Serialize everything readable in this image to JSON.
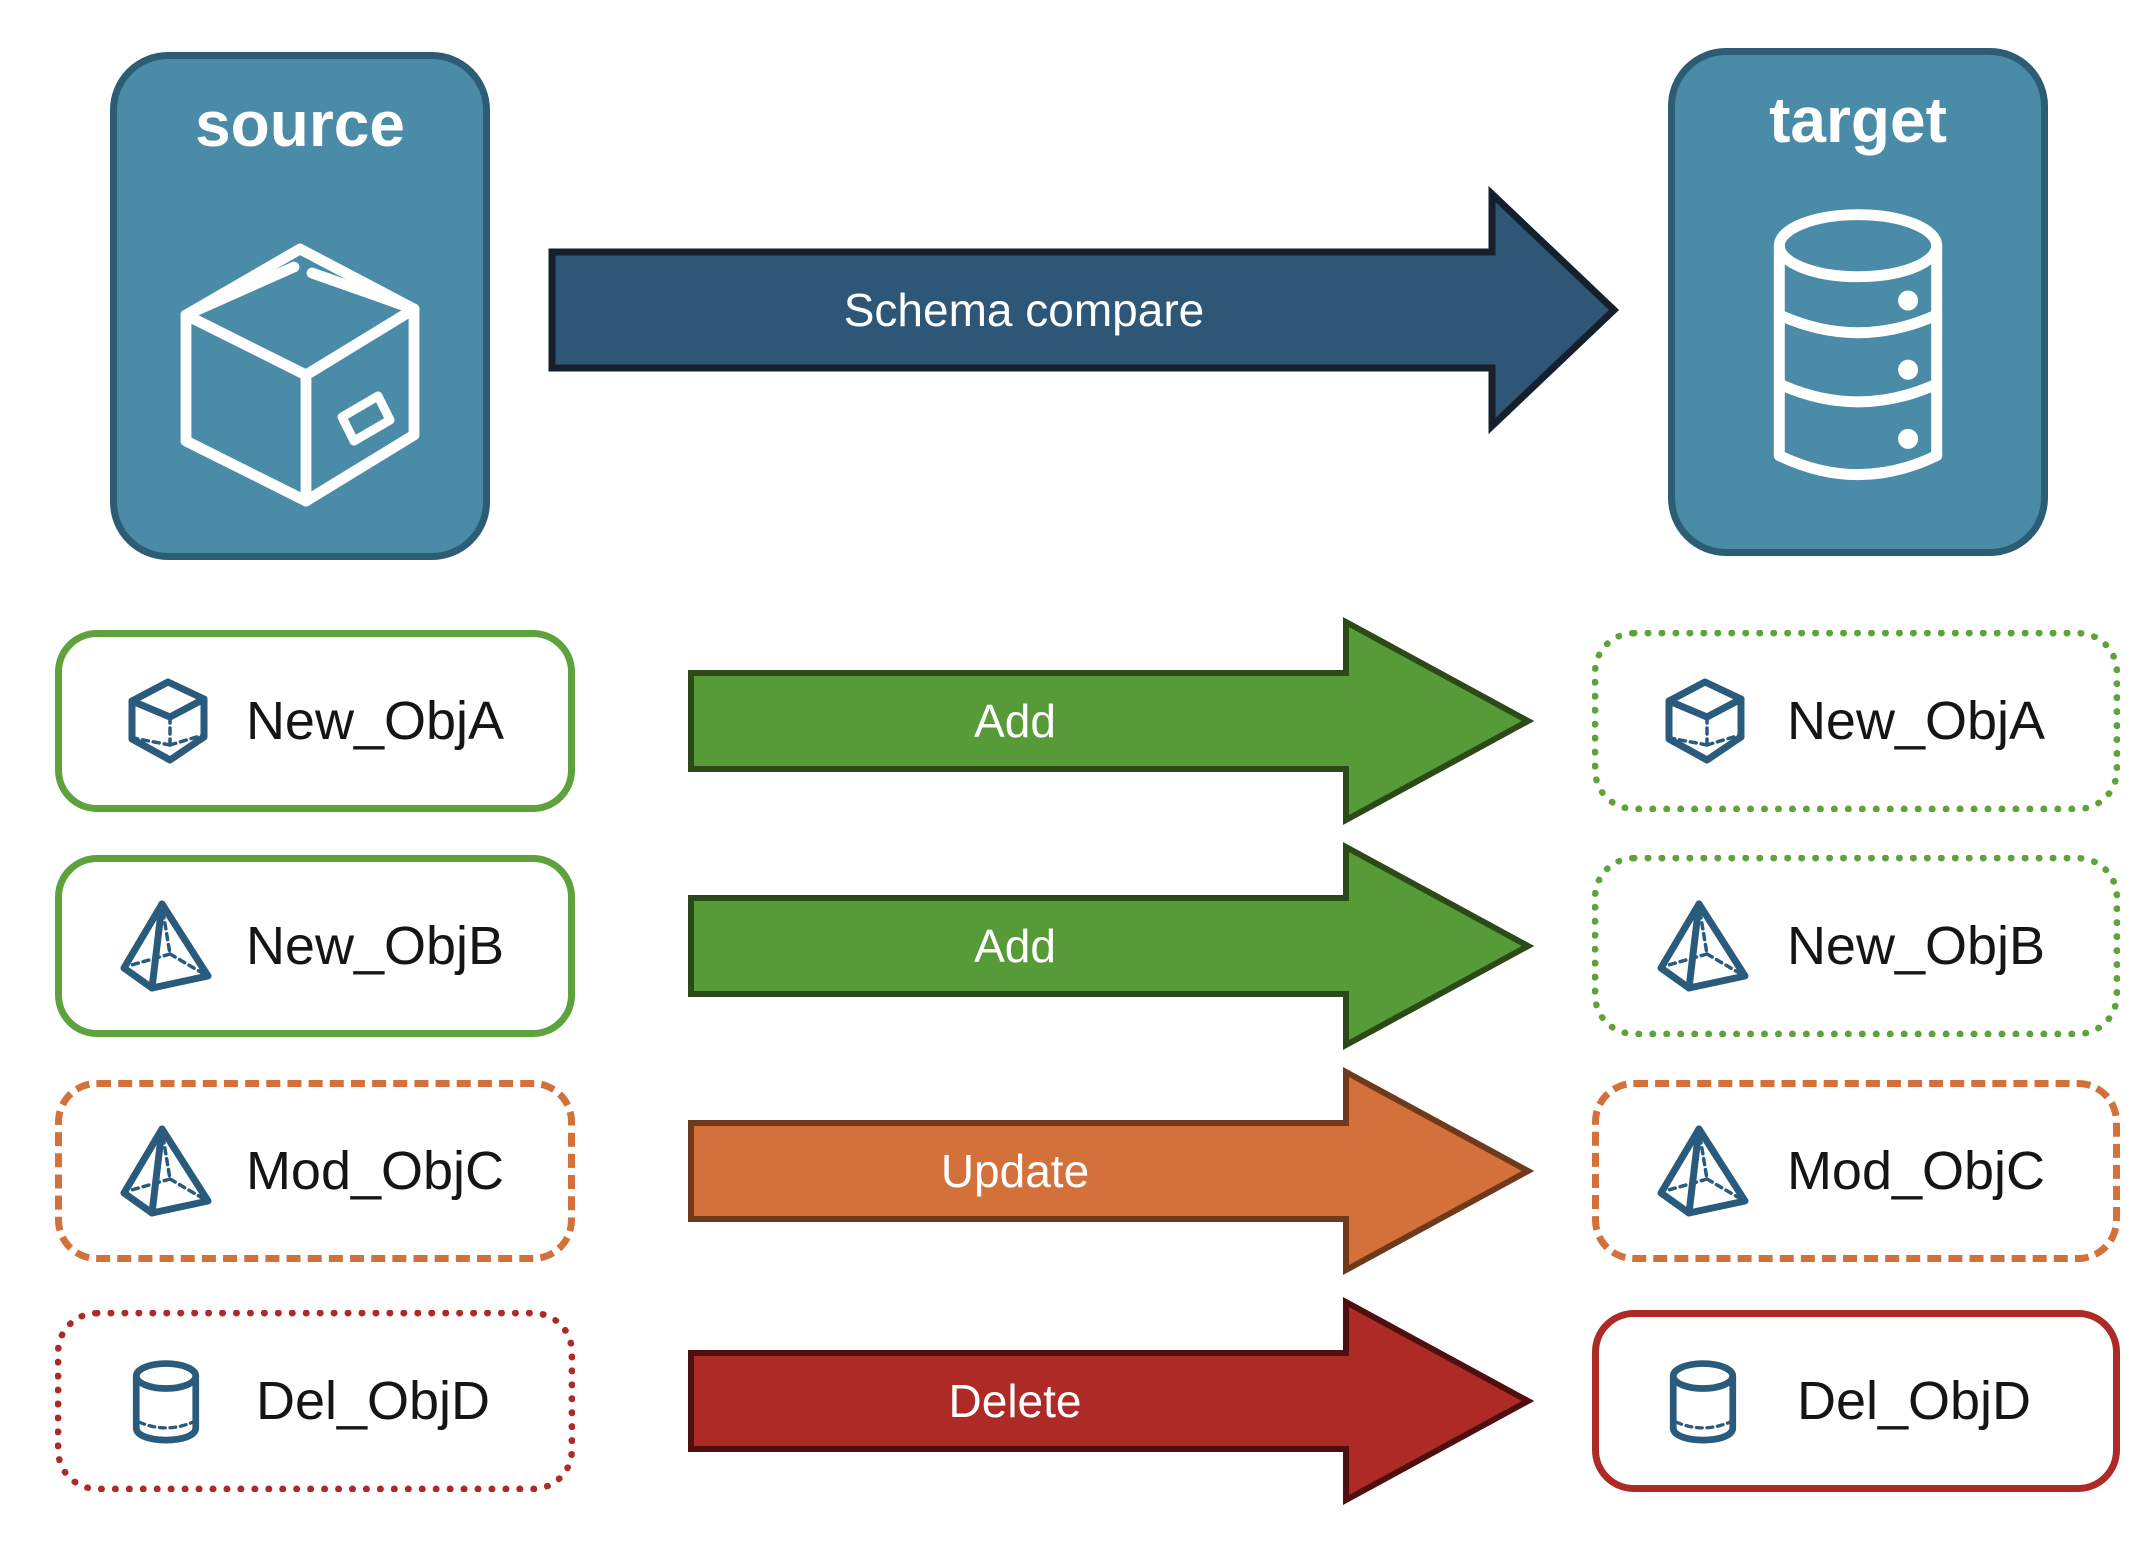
{
  "colors": {
    "panel_fill": "#4a8ba8",
    "panel_border": "#2d5d74",
    "compare_fill": "#2e5677",
    "compare_border": "#161f2c",
    "add_fill": "#579a38",
    "add_border": "#2b4a17",
    "update_fill": "#d4713a",
    "update_border": "#6f3a1b",
    "delete_fill": "#ae2a26",
    "delete_border": "#4e100e",
    "green_accent": "#5da23d",
    "orange_accent": "#d4713a",
    "red_accent": "#ae2a26",
    "icon_blue": "#2a5b7d",
    "white": "#ffffff"
  },
  "source_panel": {
    "title": "source",
    "icon": "package-icon"
  },
  "target_panel": {
    "title": "target",
    "icon": "database-icon"
  },
  "compare_arrow": {
    "label": "Schema compare"
  },
  "rows": [
    {
      "object": "New_ObjA",
      "icon": "cube-icon",
      "action": "Add",
      "source_border_style": "solid",
      "target_border_style": "dotted",
      "accent": "#5da23d",
      "arrow_fill": "#579a38",
      "arrow_border": "#2b4a17"
    },
    {
      "object": "New_ObjB",
      "icon": "pyramid-icon",
      "action": "Add",
      "source_border_style": "solid",
      "target_border_style": "dotted",
      "accent": "#5da23d",
      "arrow_fill": "#579a38",
      "arrow_border": "#2b4a17"
    },
    {
      "object": "Mod_ObjC",
      "icon": "pyramid-icon",
      "action": "Update",
      "source_border_style": "dashed",
      "target_border_style": "dashed",
      "accent": "#d4713a",
      "arrow_fill": "#d4713a",
      "arrow_border": "#6f3a1b"
    },
    {
      "object": "Del_ObjD",
      "icon": "cylinder-icon",
      "action": "Delete",
      "source_border_style": "dotted",
      "target_border_style": "solid",
      "accent": "#ae2a26",
      "arrow_fill": "#ae2a26",
      "arrow_border": "#4e100e"
    }
  ]
}
